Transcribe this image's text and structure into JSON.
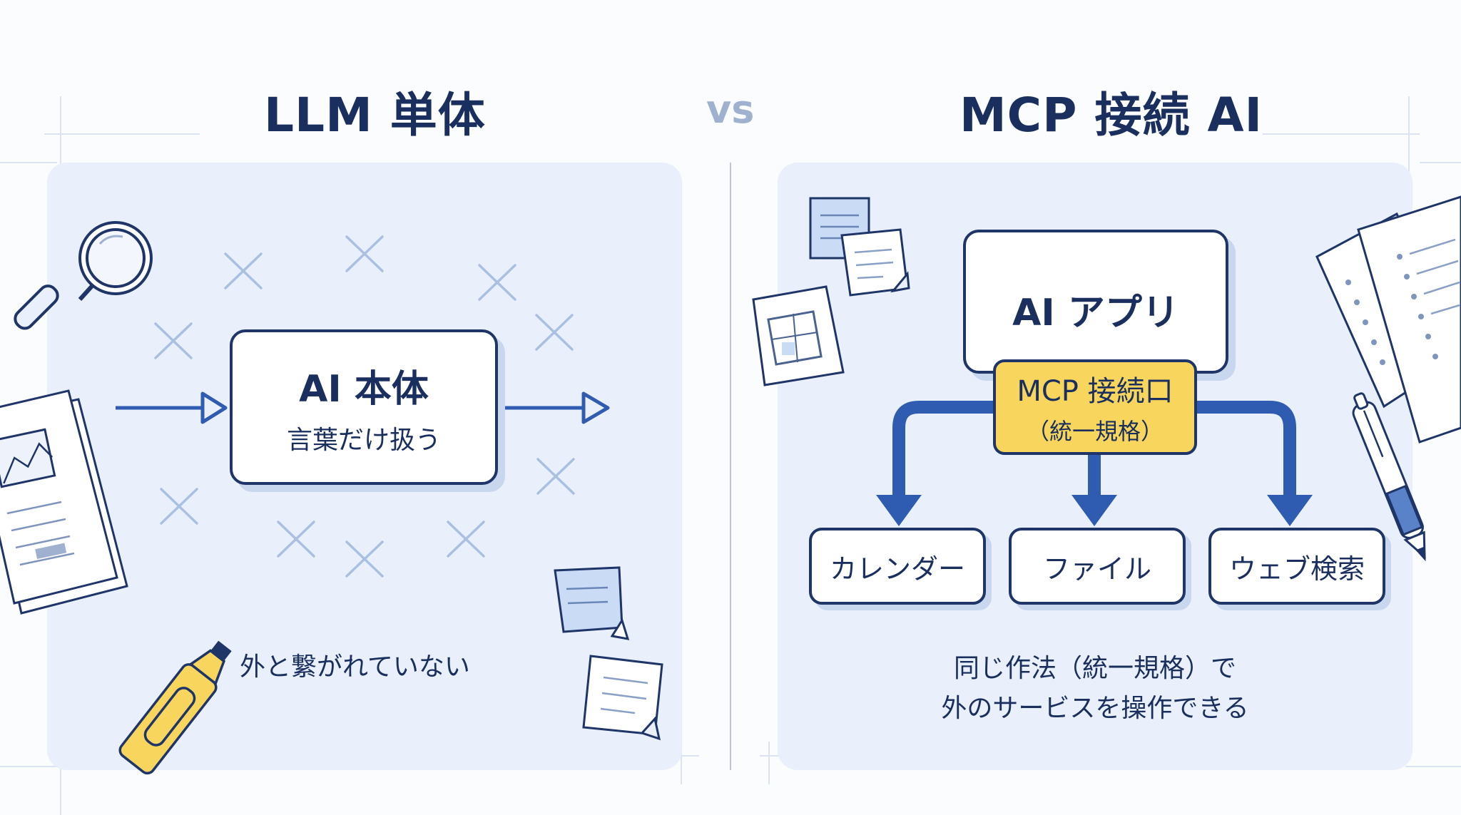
{
  "left": {
    "title": "LLM 単体",
    "core_box": {
      "main": "AI 本体",
      "sub": "言葉だけ扱う"
    },
    "caption": "外と繋がれていない"
  },
  "vs_label": "vs",
  "right": {
    "title": "MCP 接続 AI",
    "app_box": "AI アプリ",
    "connector": {
      "main": "MCP 接続口",
      "sub": "（統一規格）"
    },
    "services": [
      "カレンダー",
      "ファイル",
      "ウェブ検索"
    ],
    "caption_lines": [
      "同じ作法（統一規格）で",
      "外のサービスを操作できる"
    ]
  },
  "colors": {
    "navy": "#1f3568",
    "arrow_blue": "#2f5bb0",
    "panel": "#e9f0fb",
    "connector_yellow": "#f8d65d",
    "cross": "#aac0e2"
  },
  "icons": [
    "magnifier-icon",
    "document-icon",
    "highlighter-icon",
    "sticky-note-icon",
    "floorplan-icon",
    "pen-icon",
    "cross-mark-icon"
  ]
}
